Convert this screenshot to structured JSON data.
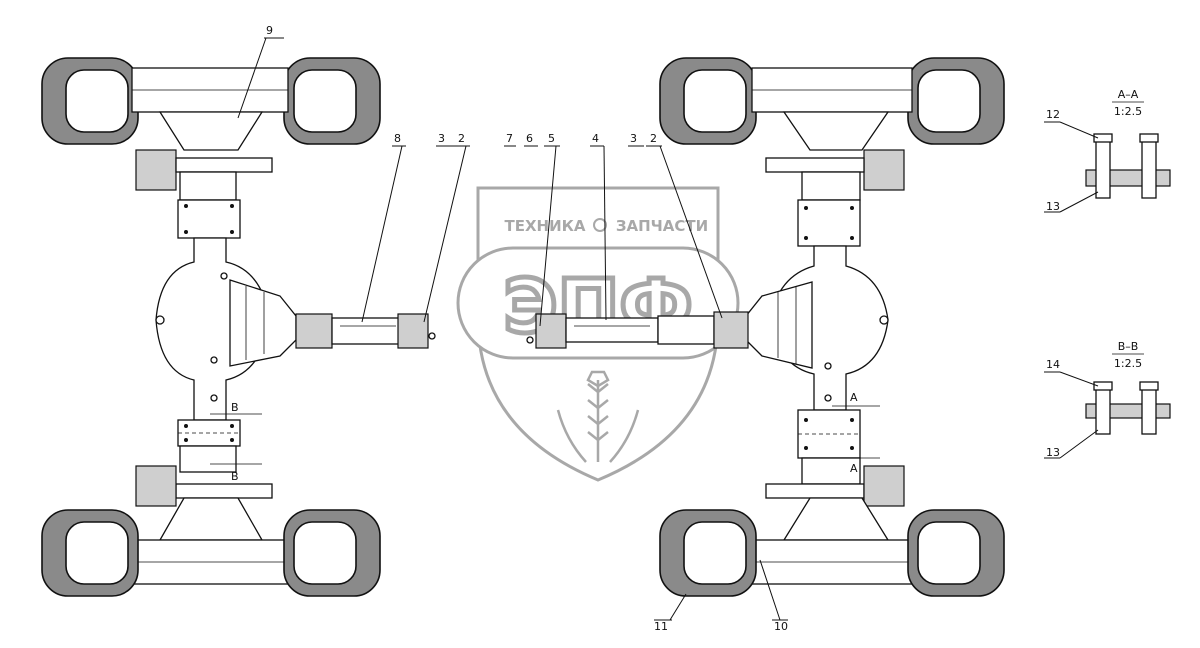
{
  "watermark": {
    "left_word": "ТЕХНИКА",
    "right_word": "ЗАПЧАСТИ",
    "logo_letters": "ЭПФ"
  },
  "callouts": {
    "c9": "9",
    "c8": "8",
    "c3_left": "3",
    "c2_left": "2",
    "c7": "7",
    "c6": "6",
    "c5": "5",
    "c4": "4",
    "c3_right": "3",
    "c2_right": "2",
    "c11": "11",
    "c10": "10",
    "c12": "12",
    "c13_top": "13",
    "c14": "14",
    "c13_bottom": "13"
  },
  "section_marks": {
    "b_upper": "B",
    "b_lower": "B",
    "a_upper": "A",
    "a_lower": "A"
  },
  "section_views": {
    "aa_title": "A–A",
    "aa_scale": "1:2.5",
    "bb_title": "B–B",
    "bb_scale": "1:2.5"
  },
  "colors": {
    "line": "#111111",
    "tire_fill": "#8a8a8a",
    "watermark": "#9a9a9a"
  }
}
